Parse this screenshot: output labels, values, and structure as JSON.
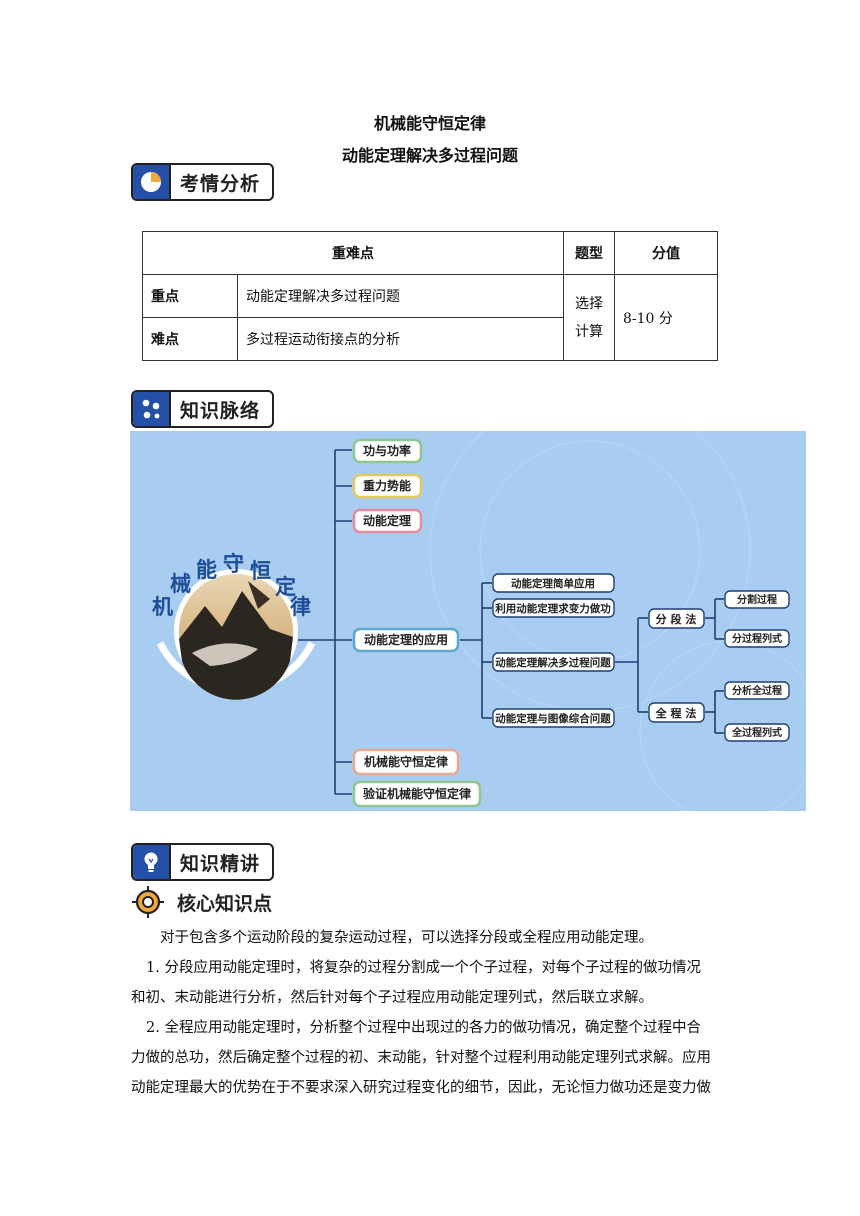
{
  "header": {
    "title": "机械能守恒定律",
    "subtitle": "动能定理解决多过程问题"
  },
  "sections": {
    "analysis": "考情分析",
    "network": "知识脉络",
    "lecture": "知识精讲",
    "core": "核心知识点"
  },
  "table": {
    "headers": [
      "重难点",
      "题型",
      "分值"
    ],
    "rows": [
      {
        "label": "重点",
        "content": "动能定理解决多过程问题"
      },
      {
        "label": "难点",
        "content": "多过程运动衔接点的分析"
      }
    ],
    "type_line1": "选择",
    "type_line2": "计算",
    "score": "8-10 分"
  },
  "mindmap": {
    "root_chars": [
      "机",
      "械",
      "能",
      "守",
      "恒",
      "定",
      "律"
    ],
    "branches": [
      "功与功率",
      "重力势能",
      "动能定理",
      "动能定理的应用",
      "机械能守恒定律",
      "验证机械能守恒定律"
    ],
    "applications": [
      "动能定理简单应用",
      "利用动能定理求变力做功",
      "动能定理解决多过程问题",
      "动能定理与图像综合问题"
    ],
    "methods": [
      "分 段 法",
      "全 程 法"
    ],
    "leaves": [
      "分割过程",
      "分过程列式",
      "分析全过程",
      "全过程列式"
    ],
    "colors": {
      "background": "#a9cdf1",
      "line": "#1f3f73",
      "root_text": "#1d4d97"
    }
  },
  "body": {
    "p1": "对于包含多个运动阶段的复杂运动过程，可以选择分段或全程应用动能定理。",
    "p2_line1": "1. 分段应用动能定理时，将复杂的过程分割成一个个子过程，对每个子过程的做功情况",
    "p2_line2": "和初、末动能进行分析，然后针对每个子过程应用动能定理列式，然后联立求解。",
    "p3_line1": "2. 全程应用动能定理时，分析整个过程中出现过的各力的做功情况，确定整个过程中合",
    "p3_line2": "力做的总功，然后确定整个过程的初、末动能，针对整个过程利用动能定理列式求解。应用",
    "p3_line3": "动能定理最大的优势在于不要求深入研究过程变化的细节，因此，无论恒力做功还是变力做"
  }
}
